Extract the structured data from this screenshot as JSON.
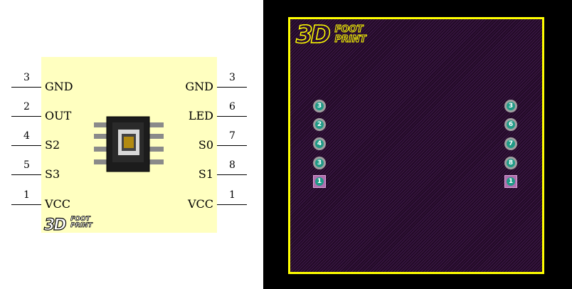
{
  "logo": {
    "big": "3D",
    "top": "FOOT",
    "bottom": "PRINT"
  },
  "schematic": {
    "left_pins": [
      {
        "number": "3",
        "name": "GND"
      },
      {
        "number": "2",
        "name": "OUT"
      },
      {
        "number": "4",
        "name": "S2"
      },
      {
        "number": "5",
        "name": "S3"
      },
      {
        "number": "1",
        "name": "VCC"
      }
    ],
    "right_pins": [
      {
        "number": "3",
        "name": "GND"
      },
      {
        "number": "6",
        "name": "LED"
      },
      {
        "number": "7",
        "name": "S0"
      },
      {
        "number": "8",
        "name": "S1"
      },
      {
        "number": "1",
        "name": "VCC"
      }
    ]
  },
  "pcb": {
    "left_pads": [
      "3",
      "2",
      "4",
      "3",
      "1"
    ],
    "right_pads": [
      "3",
      "6",
      "7",
      "8",
      "1"
    ],
    "colors": {
      "board_outline": "#ffff00",
      "pad_ring": "#a0a0a0",
      "pad_center": "#1f9a86",
      "square_pad": "#b26fb0"
    }
  }
}
